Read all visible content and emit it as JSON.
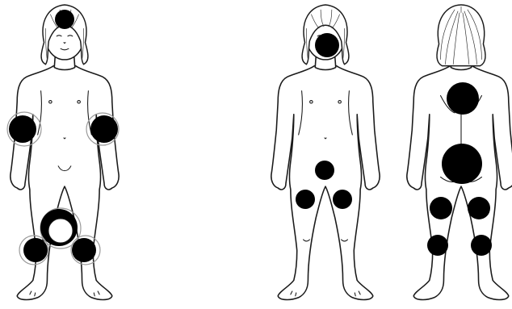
{
  "figures": [
    {
      "view": "front",
      "markers": [
        {
          "region": "head-top",
          "size": "small",
          "ring": false
        },
        {
          "region": "right-upper-arm",
          "size": "medium",
          "ring": true
        },
        {
          "region": "left-upper-arm",
          "size": "medium",
          "ring": true
        },
        {
          "region": "groin-thighs",
          "size": "large",
          "ring": true
        },
        {
          "region": "right-knee",
          "size": "medium",
          "ring": true
        },
        {
          "region": "left-knee",
          "size": "medium",
          "ring": true
        }
      ]
    },
    {
      "view": "front",
      "markers": [
        {
          "region": "face",
          "size": "medium",
          "ring": false
        },
        {
          "region": "genitals",
          "size": "small",
          "ring": false
        },
        {
          "region": "right-thigh",
          "size": "small",
          "ring": false
        },
        {
          "region": "left-thigh",
          "size": "small",
          "ring": false
        }
      ]
    },
    {
      "view": "back",
      "markers": [
        {
          "region": "upper-back",
          "size": "large",
          "ring": false
        },
        {
          "region": "buttocks",
          "size": "large",
          "ring": false
        },
        {
          "region": "right-back-thigh",
          "size": "medium",
          "ring": false
        },
        {
          "region": "left-back-thigh",
          "size": "medium",
          "ring": false
        },
        {
          "region": "right-back-knee",
          "size": "medium",
          "ring": false
        },
        {
          "region": "left-back-knee",
          "size": "medium",
          "ring": false
        }
      ]
    }
  ],
  "colors": {
    "outline": "#1a1a1a",
    "marker": "#000000",
    "ring": "#9a9a9a"
  }
}
